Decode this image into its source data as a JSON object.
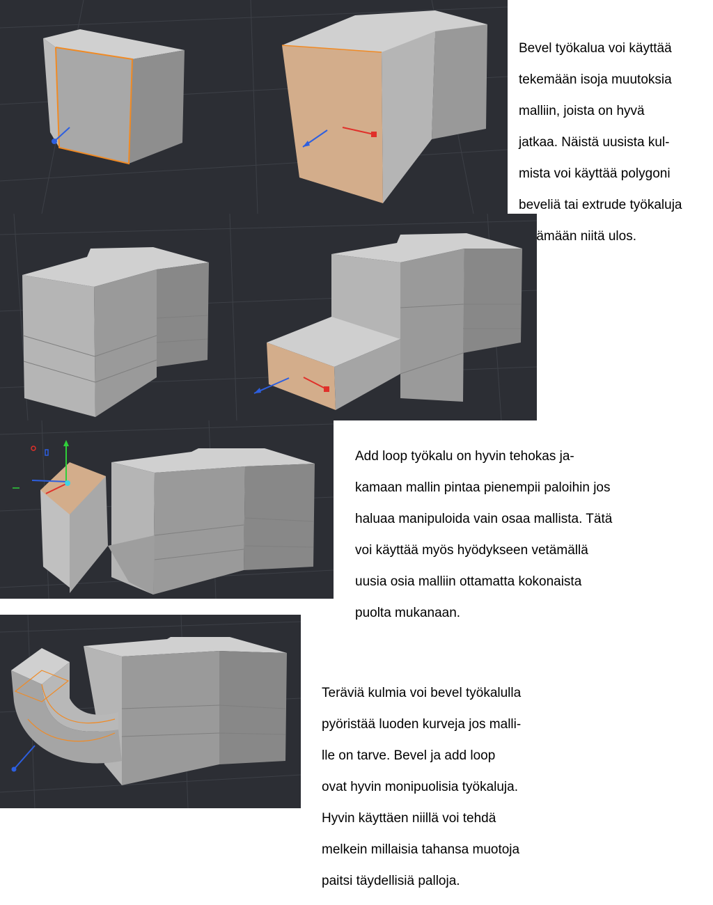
{
  "captions": {
    "step1": [
      "Bevel työkalua voi käyttää",
      "tekemään isoja muutoksia",
      "malliin, joista on hyvä",
      "jatkaa. Näistä uusista kul-",
      "mista voi käyttää polygoni",
      "beveliä tai extrude työkaluja",
      "vetämään niitä ulos."
    ],
    "step2": [
      "Add loop työkalu on hyvin tehokas ja-",
      "kamaan mallin pintaa pienempii paloihin jos",
      "haluaa manipuloida vain osaa mallista. Tätä",
      "voi käyttää myös hyödykseen vetämällä",
      "uusia osia malliin ottamatta kokonaista",
      "puolta mukanaan."
    ],
    "step3": [
      "Teräviä kulmia voi bevel työkalulla",
      "pyöristää luoden kurveja jos malli-",
      "lle on tarve. Bevel ja add loop",
      "ovat hyvin monipuolisia työkaluja.",
      "Hyvin käyttäen niillä voi tehdä",
      "melkein millaisia tahansa muotoja",
      "paitsi täydellisiä palloja."
    ]
  },
  "colors": {
    "viewport_bg": "#2c2e34",
    "grid": "#3d4047",
    "face_light": "#c9c9c9",
    "face_mid": "#a9a9a9",
    "face_dark": "#8d8d8d",
    "selected_face": "#d3ad8b",
    "selected_edge": "#f08a24",
    "axis_x": "#e0302a",
    "axis_y": "#2fcf3a",
    "axis_z": "#2d5fe0"
  },
  "icons": [
    "move-gizmo-icon"
  ]
}
